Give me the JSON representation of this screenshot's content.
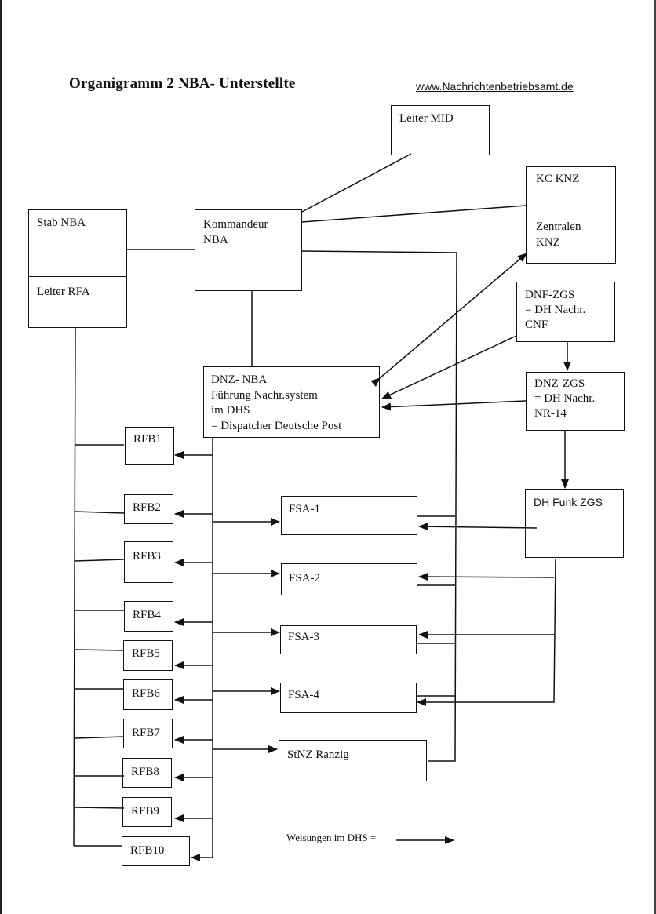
{
  "header": {
    "title": "Organigramm 2  NBA- Unterstellte",
    "url": "www.Nachrichtenbetriebsamt.de"
  },
  "boxes": {
    "leiter_mid": "Leiter MID",
    "kc_knz": "KC KNZ",
    "zentralen_knz": "Zentralen\nKNZ",
    "stab_nba": "Stab NBA",
    "leiter_rfa": "Leiter RFA",
    "kommandeur": "Kommandeur\nNBA",
    "dnf_zgs": "DNF-ZGS\n= DH Nachr.\nCNF",
    "dnz_nba": "DNZ- NBA\nFührung Nachr.system\nim DHS\n= Dispatcher Deutsche Post",
    "dnz_zgs": "DNZ-ZGS\n= DH Nachr.\nNR-14",
    "dh_funk_zgs": "DH Funk ZGS",
    "rfb": [
      "RFB1",
      "RFB2",
      "RFB3",
      "RFB4",
      "RFB5",
      "RFB6",
      "RFB7",
      "RFB8",
      "RFB9",
      "RFB10"
    ],
    "fsa": [
      "FSA-1",
      "FSA-2",
      "FSA-3",
      "FSA-4"
    ],
    "stnz": "StNZ Ranzig"
  },
  "legend": {
    "label": "Weisungen im DHS ="
  }
}
